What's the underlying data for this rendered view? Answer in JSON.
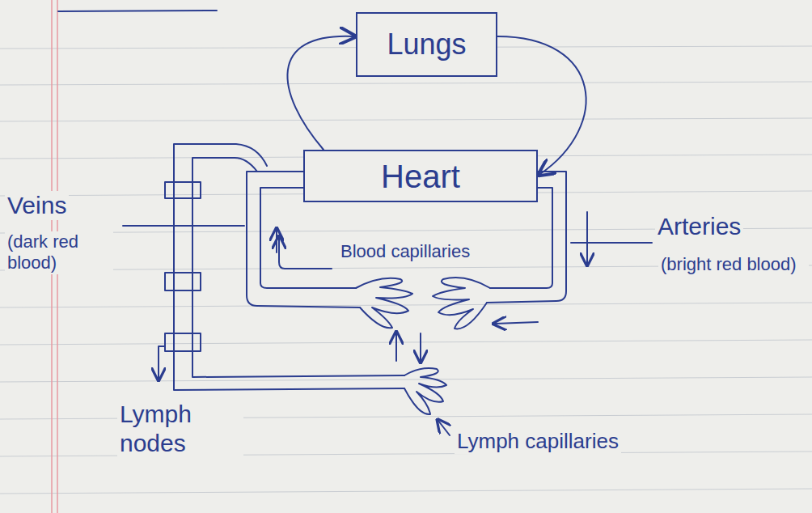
{
  "diagram": {
    "nodes": [
      {
        "text": [
          "Lungs"
        ]
      },
      {
        "text": [
          "Heart"
        ]
      }
    ],
    "edges": [
      {
        "from": 1,
        "to": 0,
        "arrow": "to"
      },
      {
        "from": 0,
        "to": 1,
        "arrow": "to"
      }
    ],
    "labels": [
      "Veins",
      "(dark red blood)",
      "Arteries",
      "(bright red blood)",
      "Blood capillaries",
      "Lymph nodes",
      "Lymph capillaries"
    ]
  }
}
